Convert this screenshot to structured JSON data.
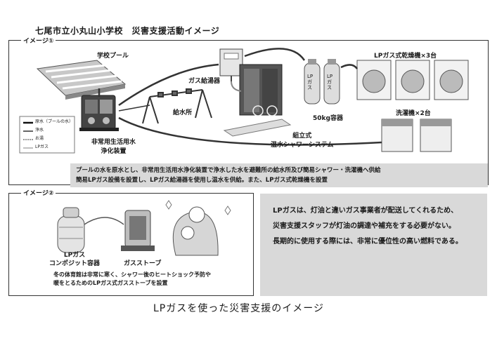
{
  "page_title": "七尾市立小丸山小学校　災害支援活動イメージ",
  "image1": {
    "tag": "イメージ①",
    "labels": {
      "pool": "学校プール",
      "water_heater": "ガス給湯器",
      "dryers": "LPガス式乾燥機×3台",
      "washers": "洗濯機×2台",
      "cylinders": "50kg容器",
      "water_station": "給水所",
      "purifier_line1": "非常用生活用水",
      "purifier_line2": "浄化装置",
      "shower_line1": "組立式",
      "shower_line2": "温水シャワーシステム",
      "cylinder_text": "LPガス"
    },
    "legend": [
      "原水（プールの水）",
      "浄水",
      "お湯",
      "LPガス"
    ],
    "caption_line1": "プールの水を原水とし、非常用生活用水浄化装置で浄水した水を避難所の給水所及び簡易シャワー・洗濯機へ供給",
    "caption_line2": "簡易LPガス設備を設置し、LPガス給湯器を使用し温水を供給。また、LPガス式乾燥機を設置"
  },
  "image2": {
    "tag": "イメージ②",
    "labels": {
      "container_line1": "LPガス",
      "container_line2": "コンポジット容器",
      "stove": "ガスストーブ"
    },
    "caption_line1": "冬の体育館は非常に寒く、シャワー後のヒートショック予防や",
    "caption_line2": "暖をとるためのLPガス式ガスストーブを設置"
  },
  "note": [
    "LPガスは、灯油と違いガス事業者が配送してくれるため、",
    "災害支援スタッフが灯油の調達や補充をする必要がない。",
    "長期的に使用する際には、非常に優位性の高い燃料である。"
  ],
  "footer_caption": "LPガスを使った災害支援のイメージ"
}
